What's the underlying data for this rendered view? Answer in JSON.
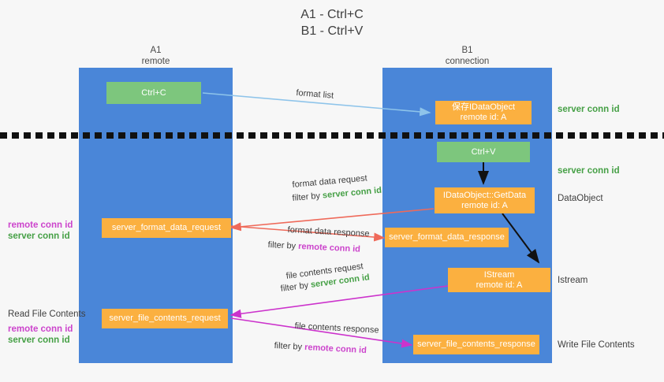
{
  "title": "A1 - Ctrl+C\nB1 - Ctrl+V",
  "lanes": [
    {
      "name": "A1",
      "sub": "remote",
      "header": "A1\nremote"
    },
    {
      "name": "B1",
      "sub": "connection",
      "header": "B1\nconnection"
    }
  ],
  "colors": {
    "lane": "#4a86d8",
    "green_box": "#7dc67d",
    "orange_box": "#fbb040",
    "server_conn_id": "#46a046",
    "remote_conn_id": "#cc44cc",
    "arrow_format_list": "#8ec4ea",
    "arrow_format_data": "#ef6a5a",
    "arrow_file_contents": "#cc33cc",
    "arrow_internal": "#111111",
    "separator": "#111111"
  },
  "boxes": {
    "ctrl_c": "Ctrl+C",
    "ctrl_v": "Ctrl+V",
    "save_idataobject": "保存IDataObject\nremote id: A",
    "idataobject_getdata": "IDataObject::GetData\nremote id: A",
    "istream": "IStream\nremote id: A",
    "server_format_data_request": "server_format_data_request",
    "server_format_data_response": "server_format_data_response",
    "server_file_contents_request": "server_file_contents_request",
    "server_file_contents_response": "server_file_contents_response"
  },
  "right_labels": {
    "server_conn_id_top": "server conn id",
    "server_conn_id_mid": "server conn id",
    "dataobject": "DataObject",
    "istream": "Istream",
    "write_file_contents": "Write File Contents"
  },
  "left_labels": {
    "format_remote": "remote conn id",
    "format_server": "server conn id",
    "read_file_contents": "Read File Contents",
    "file_remote": "remote conn id",
    "file_server": "server conn id"
  },
  "edge_labels": {
    "format_list": "format list",
    "format_data_request": "format data request",
    "format_data_request_filter_prefix": "filter by ",
    "format_data_request_filter_value": "server conn id",
    "format_data_response": "format data response",
    "format_data_response_filter_prefix": "filter by ",
    "format_data_response_filter_value": "remote conn id",
    "file_contents_request": "file contents request",
    "file_contents_request_filter_prefix": "filter by ",
    "file_contents_request_filter_value": "server conn id",
    "file_contents_response": "file contents response",
    "file_contents_response_filter_prefix": "filter by ",
    "file_contents_response_filter_value": "remote conn id"
  }
}
